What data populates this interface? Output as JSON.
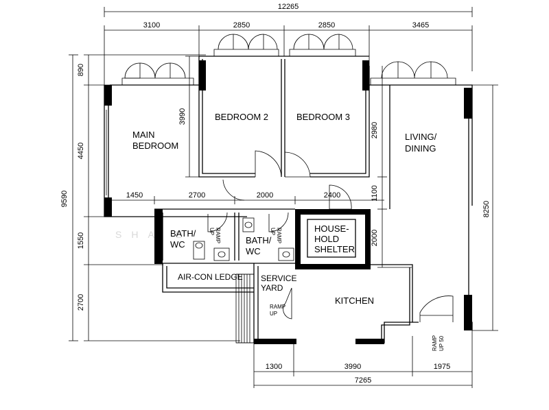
{
  "dimensions": {
    "overall_width": "12265",
    "top_segments": [
      "3100",
      "2850",
      "2850",
      "3465"
    ],
    "overall_height": "9590",
    "left_outer": [
      "890",
      "4450",
      "1550",
      "2700"
    ],
    "left_inner": [
      "3990"
    ],
    "interior_row": [
      "1450",
      "2700",
      "2000",
      "2400"
    ],
    "right_inner": [
      "2980",
      "1100",
      "2000"
    ],
    "right_outer": [
      "8250"
    ],
    "bottom_segments": [
      "1300",
      "3990",
      "1975"
    ],
    "bottom_total": "7265"
  },
  "rooms": {
    "main_bedroom": [
      "MAIN",
      "BEDROOM"
    ],
    "bedroom2": "BEDROOM 2",
    "bedroom3": "BEDROOM 3",
    "living_dining": [
      "LIVING/",
      "DINING"
    ],
    "bath1": [
      "BATH/",
      "WC"
    ],
    "bath2": [
      "BATH/",
      "WC"
    ],
    "household_shelter": [
      "HOUSE-",
      "HOLD",
      "SHELTER"
    ],
    "aircon_ledge": "AIR-CON LEDGE",
    "service_yard": [
      "SERVICE",
      "YARD"
    ],
    "kitchen": "KITCHEN"
  },
  "ramps": {
    "bath1": [
      "RAMP",
      "UP"
    ],
    "bath2": [
      "RAMP",
      "UP"
    ],
    "service_yard": [
      "RAMP",
      "UP"
    ],
    "entrance": [
      "RAMP",
      "UP 50"
    ]
  },
  "watermark": "SHA                E"
}
